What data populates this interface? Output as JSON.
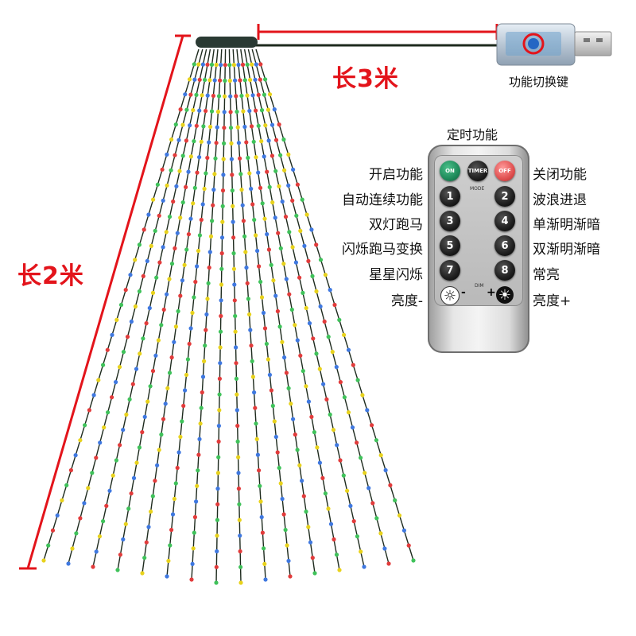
{
  "dimensions": {
    "cable_length": "长3米",
    "light_length": "长2米"
  },
  "usb": {
    "caption": "功能切换键"
  },
  "remote": {
    "title": "定时功能",
    "top_buttons": {
      "on": "ON",
      "timer": "TIMER",
      "off": "OFF"
    },
    "mode_label": "MODE",
    "dim_label": "DIM",
    "number_buttons": [
      "1",
      "2",
      "3",
      "4",
      "5",
      "6",
      "7",
      "8"
    ],
    "dim_minus": "-",
    "dim_plus": "+",
    "left_labels": [
      "开启功能",
      "自动连续功能",
      "双灯跑马",
      "闪烁跑马变换",
      "星星闪烁",
      "亮度-"
    ],
    "right_labels": [
      "关闭功能",
      "波浪进退",
      "单渐明渐暗",
      "双渐明渐暗",
      "常亮",
      "亮度+"
    ]
  },
  "colors": {
    "dimension_red": "#e3141b",
    "led_colors": [
      "#e23b3b",
      "#3fc25a",
      "#e8d21c",
      "#3f78e0"
    ],
    "strand_wire": "#1d2a1d",
    "on_button": "#1e8a5a",
    "off_button": "#e05050"
  }
}
